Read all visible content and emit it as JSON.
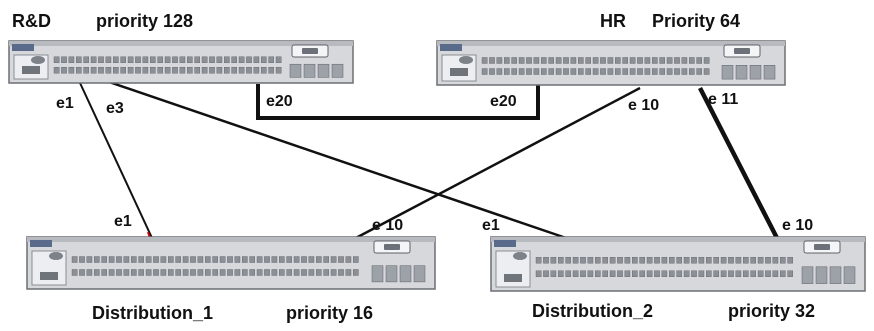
{
  "switches": {
    "rd": {
      "name": "R&D",
      "priority": "priority 128"
    },
    "hr": {
      "name": "HR",
      "priority": "Priority 64"
    },
    "dist1": {
      "name": "Distribution_1",
      "priority": "priority 16"
    },
    "dist2": {
      "name": "Distribution_2",
      "priority": "priority 32"
    }
  },
  "ports": {
    "rd_e1": "e1",
    "rd_e3": "e3",
    "rd_e20": "e20",
    "hr_e20": "e20",
    "hr_e10": "e 10",
    "hr_e11": "e 11",
    "d1_e1": "e1",
    "d1_e10": "e 10",
    "d2_e1": "e1",
    "d2_e10": "e 10"
  },
  "colors": {
    "chassis": "#d6d8dc",
    "chassis_border": "#6c6f74",
    "port": "#8b8f96",
    "link": "#111111",
    "accent": "#cc0000"
  }
}
